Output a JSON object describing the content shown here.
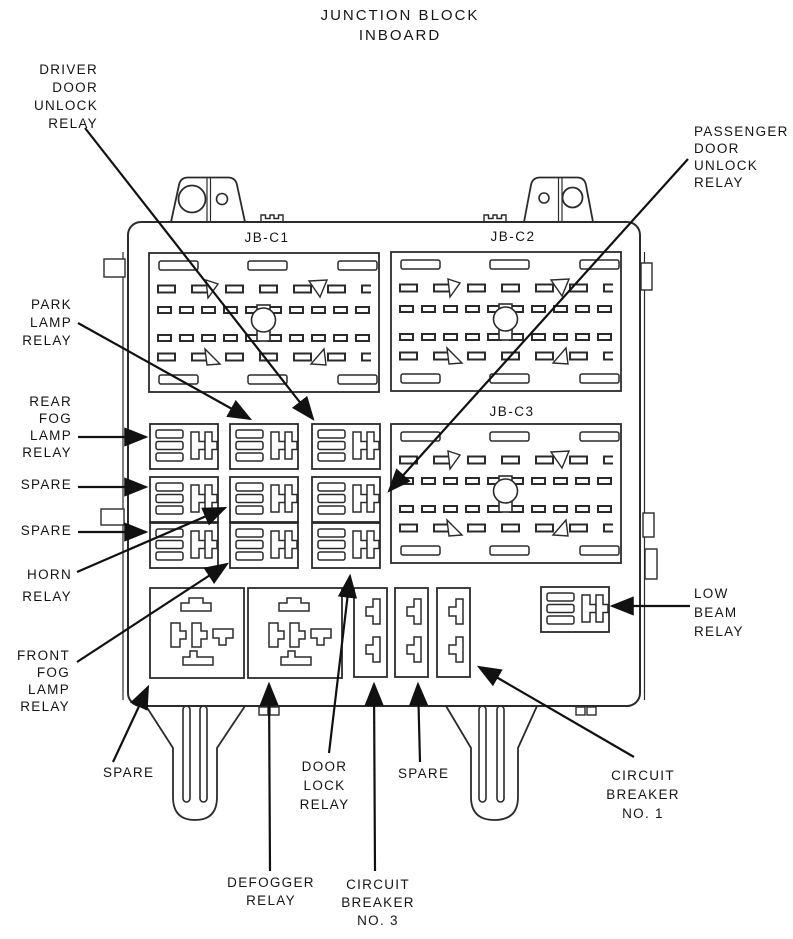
{
  "title": {
    "text": "JUNCTION BLOCK\nINBOARD"
  },
  "connectors": [
    {
      "label": "JB-C1"
    },
    {
      "label": "JB-C2"
    },
    {
      "label": "JB-C3"
    }
  ],
  "callouts": {
    "driver_door": {
      "text": "DRIVER\nDOOR\nUNLOCK\nRELAY"
    },
    "passenger_door": {
      "text": "PASSENGER\nDOOR\nUNLOCK\nRELAY"
    },
    "park_lamp": {
      "text": "PARK\nLAMP\nRELAY"
    },
    "rear_fog": {
      "text": "REAR\nFOG\nLAMP\nRELAY"
    },
    "spare_left_1": {
      "text": "SPARE"
    },
    "spare_left_2": {
      "text": "SPARE"
    },
    "horn": {
      "text": "HORN\nRELAY"
    },
    "front_fog": {
      "text": "FRONT\nFOG\nLAMP\nRELAY"
    },
    "spare_bottom_left": {
      "text": "SPARE"
    },
    "door_lock": {
      "text": "DOOR\nLOCK\nRELAY"
    },
    "defogger": {
      "text": "DEFOGGER\nRELAY"
    },
    "circuit_breaker_3": {
      "text": "CIRCUIT\nBREAKER\nNO. 3"
    },
    "spare_bottom_right": {
      "text": "SPARE"
    },
    "circuit_breaker_1": {
      "text": "CIRCUIT\nBREAKER\nNO. 1"
    },
    "low_beam": {
      "text": "LOW\nBEAM\nRELAY"
    }
  },
  "colors": {
    "line": "#1a1a1a",
    "background": "#ffffff"
  }
}
